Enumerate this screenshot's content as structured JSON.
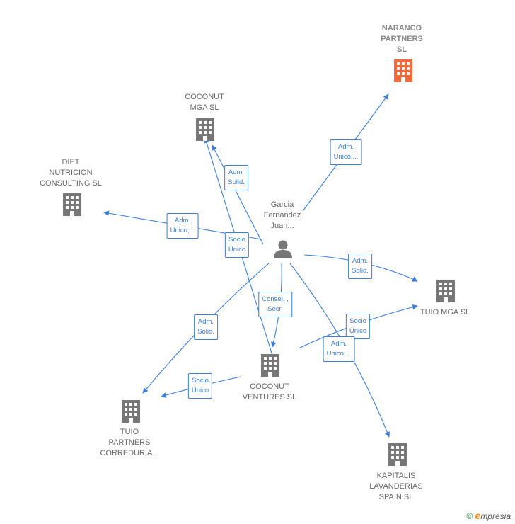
{
  "center": {
    "label": "Garcia\nFernandez\nJuan..."
  },
  "companies": {
    "naranco": "NARANCO\nPARTNERS\nSL",
    "coconut_mga": "COCONUT\nMGA  SL",
    "diet": "DIET\nNUTRICION\nCONSULTING SL",
    "tuio_mga": "TUIO MGA  SL",
    "coconut_ventures": "COCONUT\nVENTURES  SL",
    "tuio_partners": "TUIO\nPARTNERS\nCORREDURIA...",
    "kapitalis": "KAPITALIS\nLAVANDERIAS\nSPAIN  SL"
  },
  "relations": {
    "r_naranco": "Adm.\nUnico,...",
    "r_coconut_mga": "Adm.\nSolid.",
    "r_diet": "Adm.\nUnico,...",
    "r_socio_mga": "Socio\nÚnico",
    "r_tuio_mga": "Adm.\nSolid.",
    "r_ventures": "Consej. ,\nSecr.",
    "r_tuio_partners": "Adm.\nSolid.",
    "r_socio_ventures_mga": "Socio\nÚnico",
    "r_kapitalis": "Adm.\nUnico,...",
    "r_socio_partners": "Socio\nÚnico"
  },
  "colors": {
    "edge": "#3b7dd8",
    "building": "#777777",
    "highlight": "#f26a3c"
  },
  "footer": {
    "copyright": "©",
    "brand_e": "e",
    "brand_rest": "mpresia"
  }
}
